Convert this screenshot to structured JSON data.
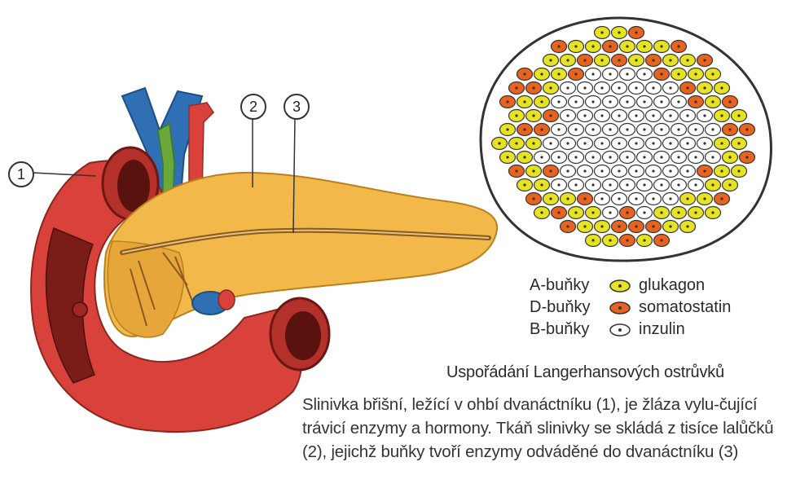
{
  "callouts": [
    "1",
    "2",
    "3"
  ],
  "legend": [
    {
      "cell": "A-buňky",
      "hormone": "glukagon",
      "fill": "#e6e322"
    },
    {
      "cell": "D-buňky",
      "hormone": "somatostatin",
      "fill": "#e8641e"
    },
    {
      "cell": "B-buňky",
      "hormone": "inzulin",
      "fill": "#ffffff"
    }
  ],
  "islet_caption": "Uspořádání Langerhansových ostrůvků",
  "description": "Slinivka břišní, ležící v ohbí dvanáctníku (1), je žláza vylu-čující trávicí enzymy a hormony. Tkáň slinivky se skládá z tisíce lalůčků (2), jejichž buňky tvoří enzymy odváděné do dvanáctníku (3)",
  "colors": {
    "duodenum": "#d8423a",
    "pancreas": "#f2b84a",
    "duct": "#8a5a22",
    "vein": "#2f6fb4",
    "artery": "#d8423a",
    "bile_duct": "#6aa83a",
    "a_cell": "#e6e322",
    "d_cell": "#e8641e",
    "b_cell": "#ffffff"
  }
}
